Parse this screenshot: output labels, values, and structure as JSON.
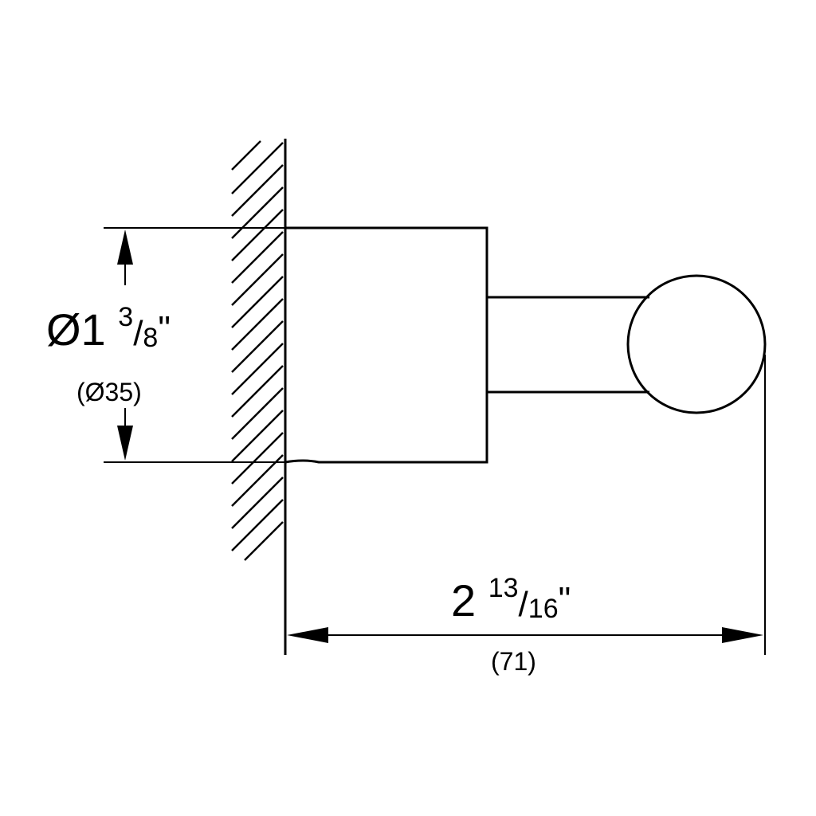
{
  "colors": {
    "line": "#000000",
    "background": "#ffffff"
  },
  "dimensions": {
    "diameter": {
      "prefix": "Ø1",
      "numerator": "3",
      "slash": "/",
      "denominator": "8",
      "unit": "\"",
      "metric": "(Ø35)"
    },
    "length": {
      "whole": "2",
      "numerator": "13",
      "slash": "/",
      "denominator": "16",
      "unit": "\"",
      "metric": "(71)"
    }
  }
}
